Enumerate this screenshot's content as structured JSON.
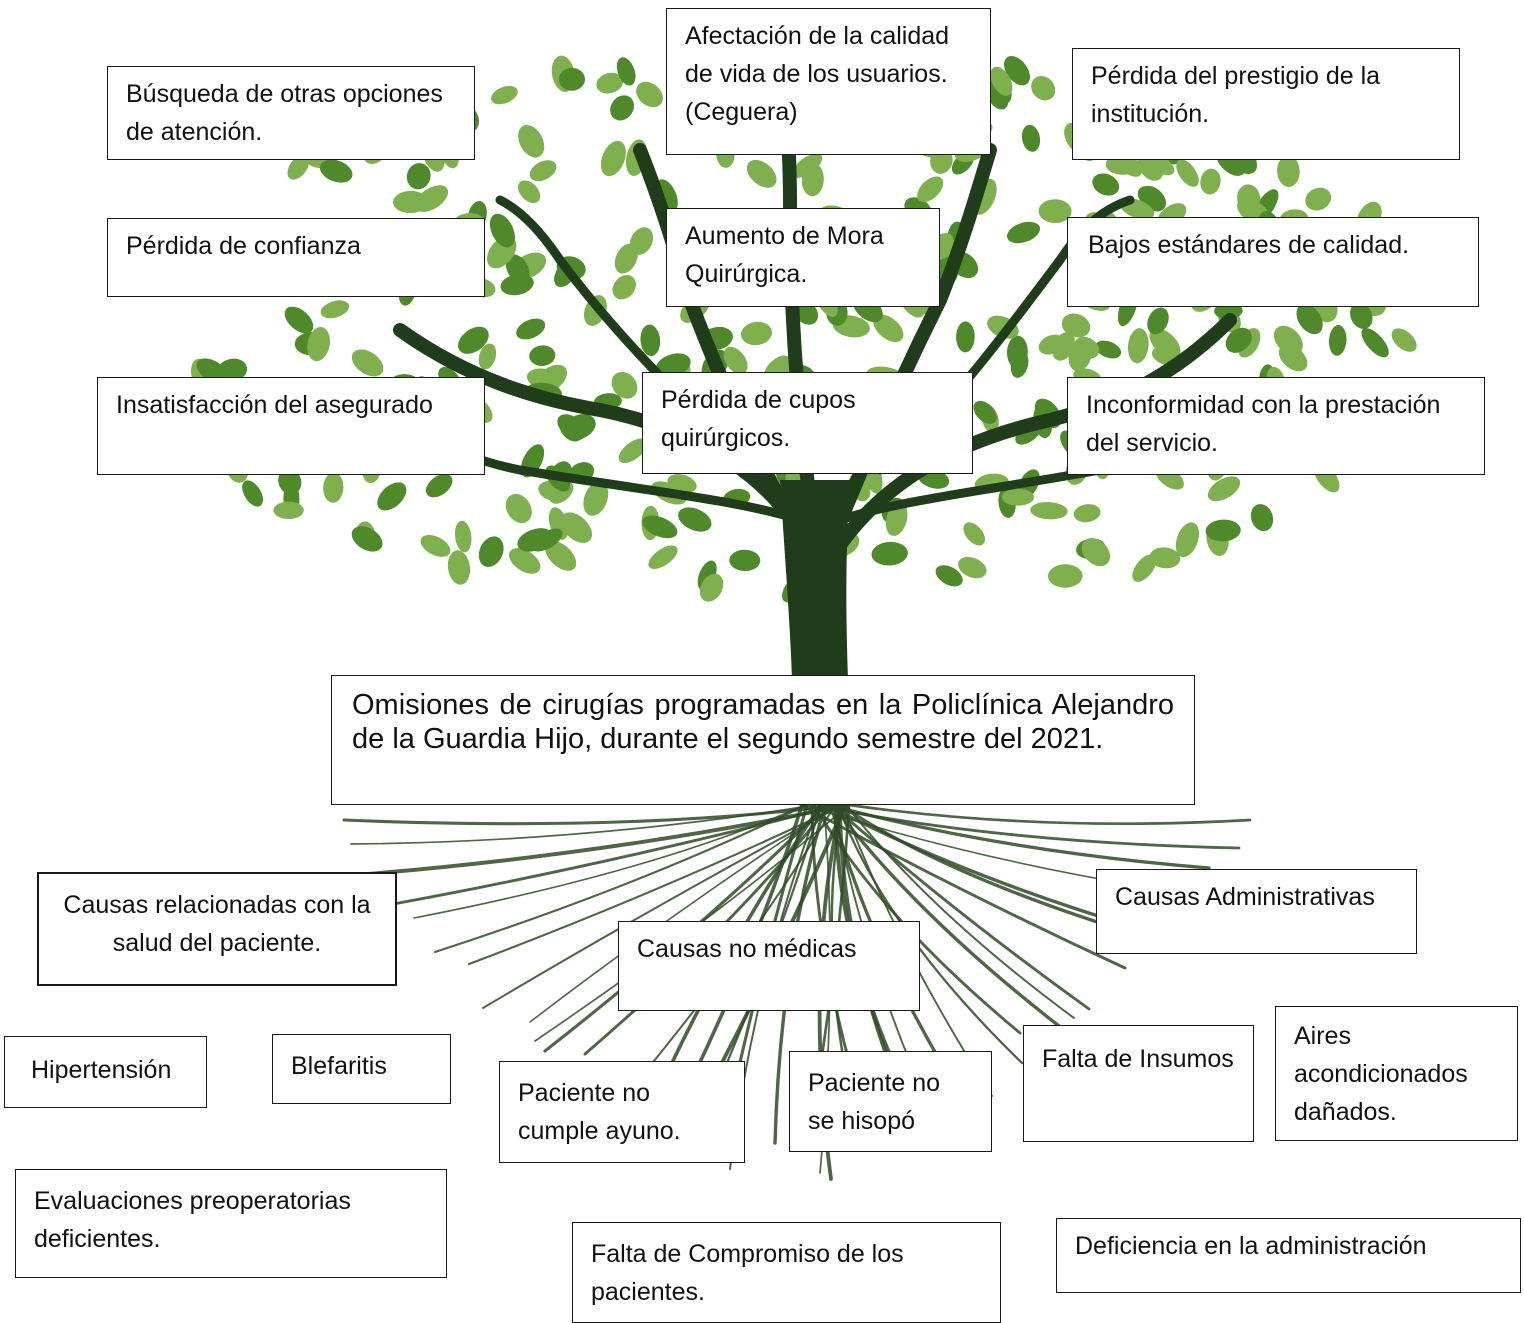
{
  "diagram": {
    "problem": "Omisiones de cirugías programadas en  la Policlínica Alejandro de la Guardia Hijo, durante el segundo semestre del 2021.",
    "effects": [
      "Búsqueda de otras opciones de atención.",
      "Afectación de la calidad de vida de los usuarios. (Ceguera)",
      "Pérdida del prestigio de la institución.",
      "Pérdida de confianza",
      "Aumento de Mora Quirúrgica.",
      "Bajos estándares de calidad.",
      "Insatisfacción del asegurado",
      "Pérdida de cupos quirúrgicos.",
      "Inconformidad con la prestación del servicio."
    ],
    "causes": [
      "Causas relacionadas con la salud del paciente.",
      "Causas no médicas",
      "Causas Administrativas",
      "Hipertensión",
      "Blefaritis",
      "Paciente no cumple ayuno.",
      "Paciente no se hisopó",
      "Falta de Insumos",
      "Aires acondicionados dañados.",
      "Evaluaciones preoperatorias deficientes.",
      "Falta de Compromiso de los pacientes.",
      "Deficiencia en la administración"
    ],
    "colors": {
      "leaf_light": "#7fb04e",
      "leaf_dark": "#4f8a2a",
      "trunk": "#1f3d1a",
      "roots": "#2f4a26",
      "border": "#1a1a1a"
    }
  }
}
